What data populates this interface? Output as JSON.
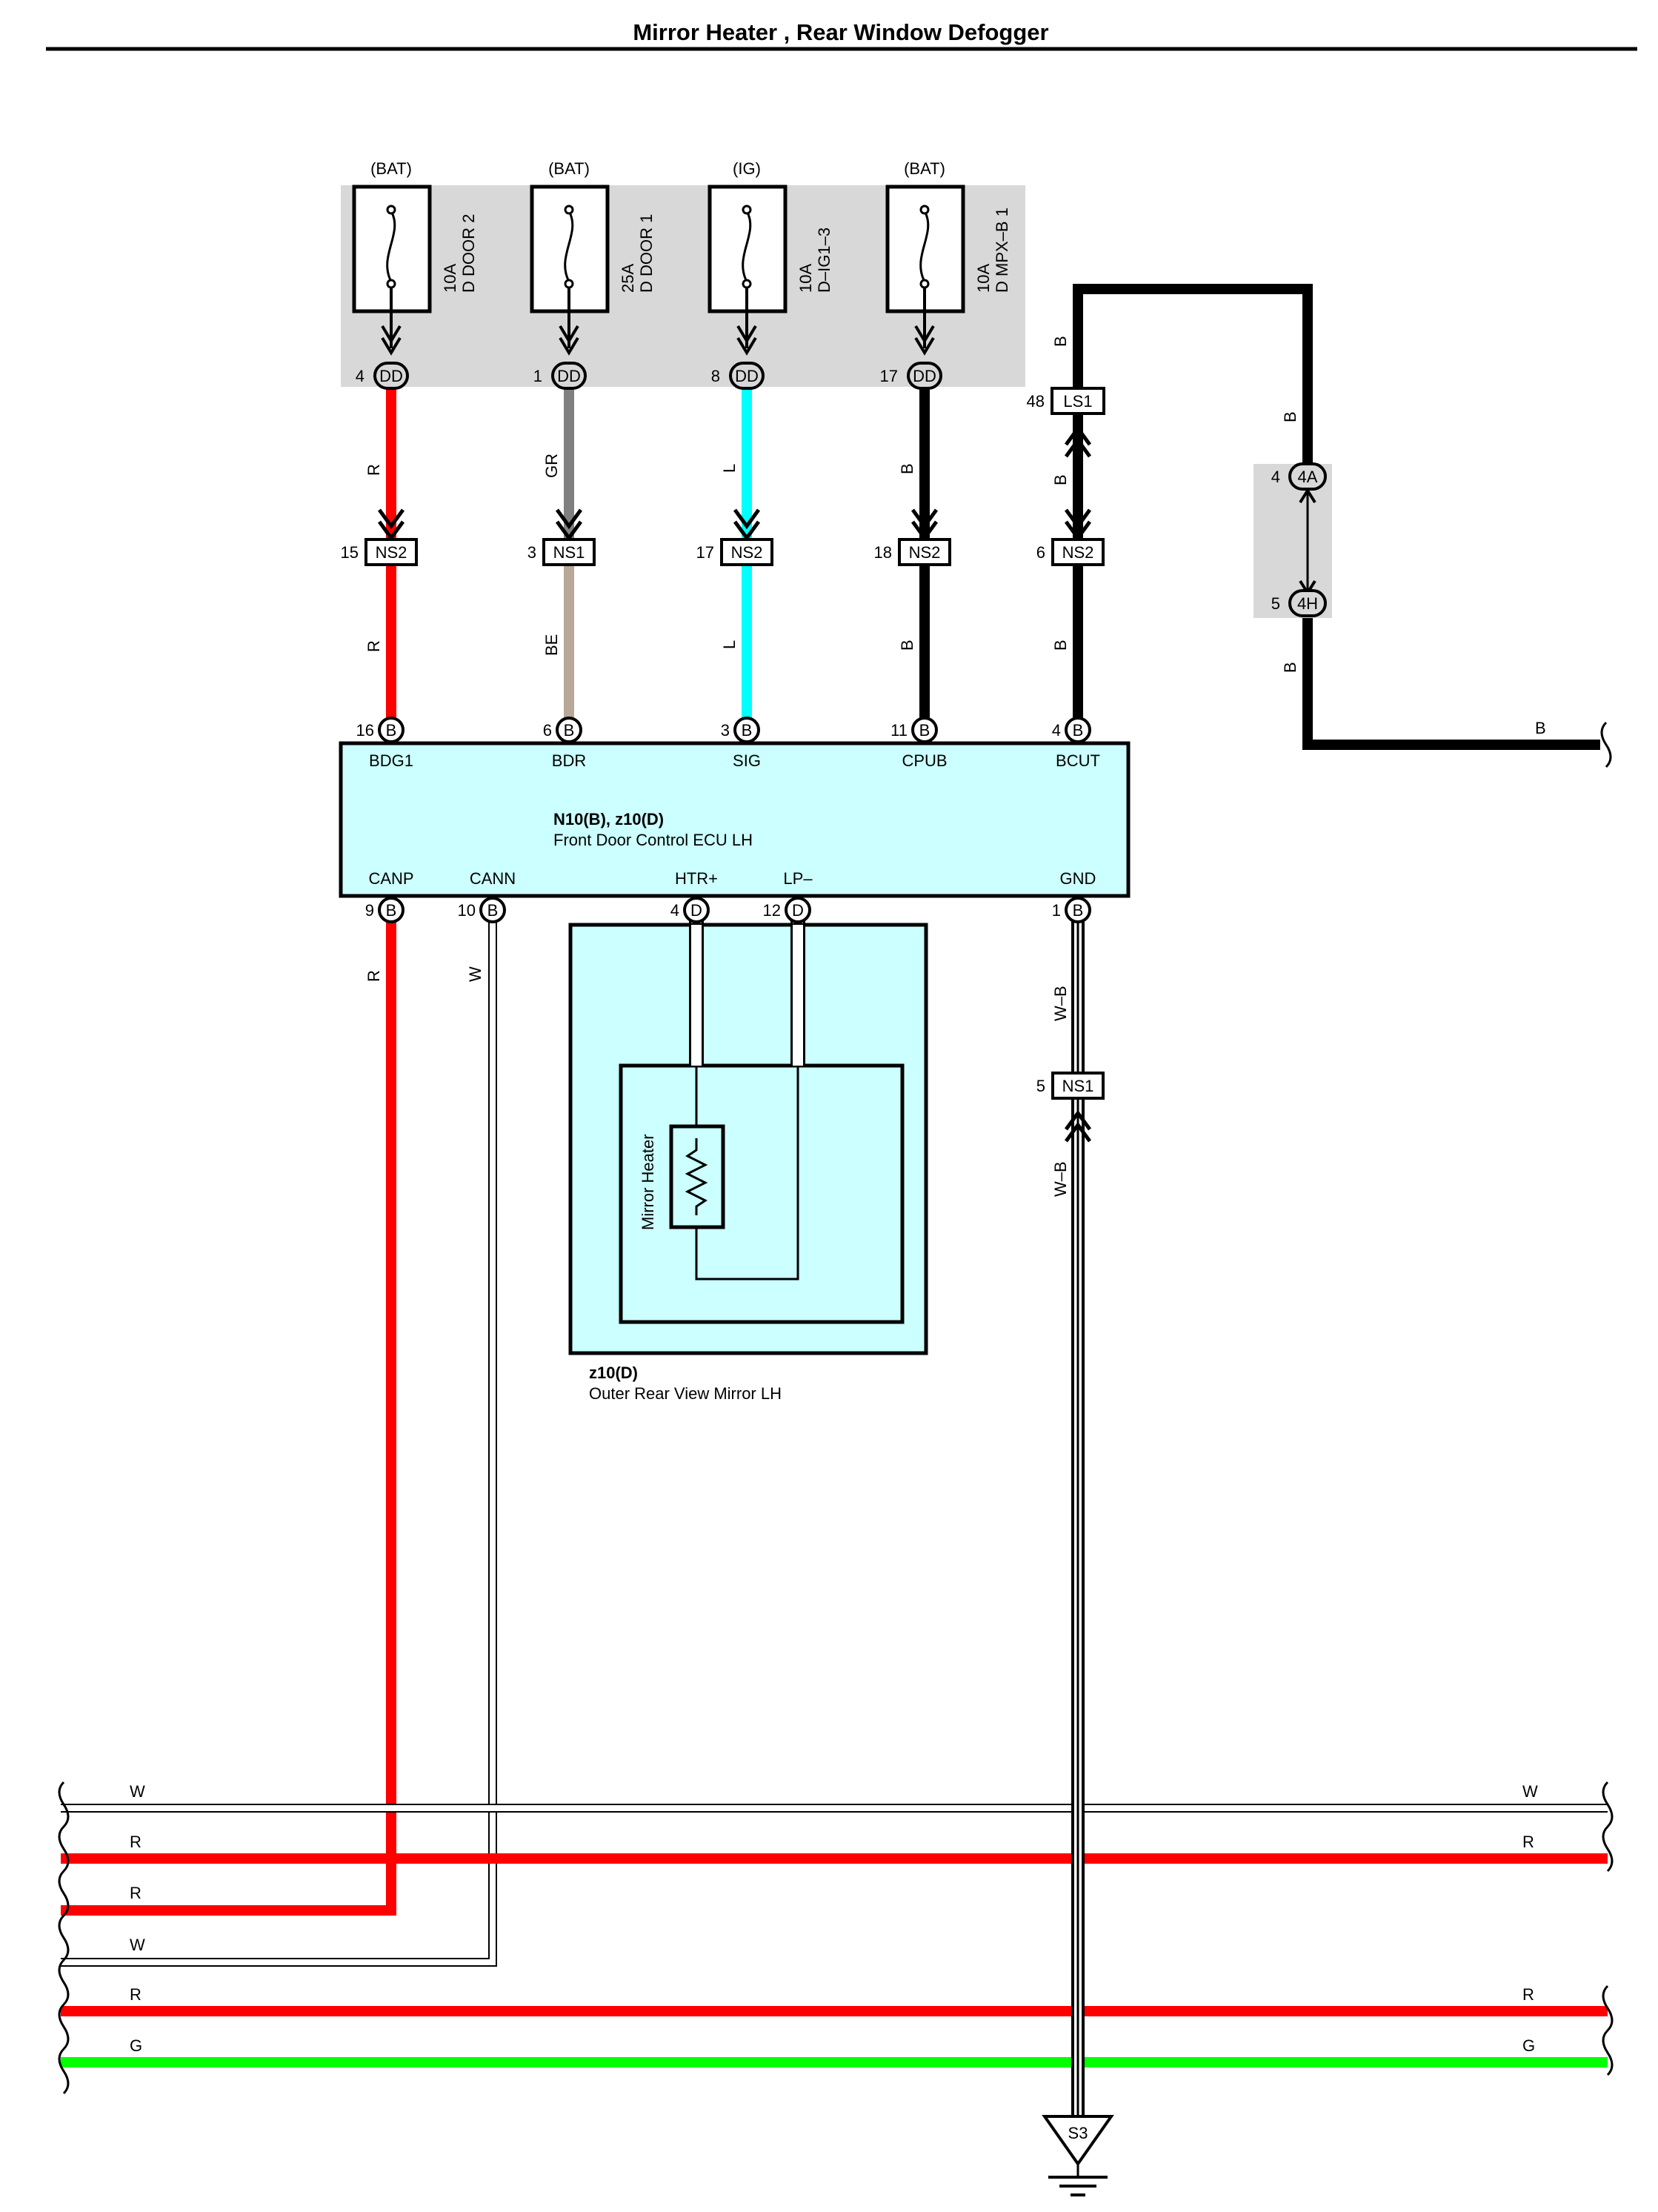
{
  "page": {
    "title": "Mirror Heater , Rear Window Defogger"
  },
  "fuses": [
    {
      "source": "(BAT)",
      "rating": "10A",
      "name": "D DOOR 2"
    },
    {
      "source": "(BAT)",
      "rating": "25A",
      "name": "D DOOR 1"
    },
    {
      "source": "(IG)",
      "rating": "10A",
      "name": "D–IG1–3"
    },
    {
      "source": "(BAT)",
      "rating": "10A",
      "name": "D MPX–B 1"
    }
  ],
  "dd_connectors": [
    {
      "pin": "4",
      "code": "DD"
    },
    {
      "pin": "1",
      "code": "DD"
    },
    {
      "pin": "8",
      "code": "DD"
    },
    {
      "pin": "17",
      "code": "DD"
    }
  ],
  "wire_colors": {
    "upper": [
      "R",
      "GR",
      "L",
      "B",
      "B"
    ],
    "lower": [
      "R",
      "BE",
      "L",
      "B",
      "B"
    ],
    "ls1_top": "B",
    "right_loop": [
      "B",
      "B",
      "B"
    ],
    "canp": "R",
    "cann": "W",
    "htr": "W",
    "lp": "W",
    "gnd_upper": "W–B",
    "gnd_lower": "W–B"
  },
  "ns_connectors": [
    {
      "pin": "15",
      "code": "NS2"
    },
    {
      "pin": "3",
      "code": "NS1"
    },
    {
      "pin": "17",
      "code": "NS2"
    },
    {
      "pin": "18",
      "code": "NS2"
    },
    {
      "pin": "6",
      "code": "NS2"
    }
  ],
  "ls1": {
    "pin": "48",
    "code": "LS1"
  },
  "joint": {
    "top": {
      "pin": "4",
      "code": "4A"
    },
    "bottom": {
      "pin": "5",
      "code": "4H"
    }
  },
  "ecu": {
    "ref": "N10(B), z10(D)",
    "name": "Front Door Control ECU LH",
    "top_pins": [
      {
        "num": "16",
        "conn": "B",
        "label": "BDG1"
      },
      {
        "num": "6",
        "conn": "B",
        "label": "BDR"
      },
      {
        "num": "3",
        "conn": "B",
        "label": "SIG"
      },
      {
        "num": "11",
        "conn": "B",
        "label": "CPUB"
      },
      {
        "num": "4",
        "conn": "B",
        "label": "BCUT"
      }
    ],
    "bottom_pins": [
      {
        "num": "9",
        "conn": "B",
        "label": "CANP"
      },
      {
        "num": "10",
        "conn": "B",
        "label": "CANN"
      },
      {
        "num": "4",
        "conn": "D",
        "label": "HTR+"
      },
      {
        "num": "12",
        "conn": "D",
        "label": "LP–"
      },
      {
        "num": "1",
        "conn": "B",
        "label": "GND"
      }
    ]
  },
  "mirror": {
    "ref": "z10(D)",
    "name": "Outer Rear View Mirror LH",
    "heater_label": "Mirror Heater"
  },
  "ground_ns1": {
    "pin": "5",
    "code": "NS1"
  },
  "ground": {
    "code": "S3"
  },
  "bus_lines": [
    {
      "left": "W",
      "right": "W",
      "color": "#ffffff"
    },
    {
      "left": "R",
      "right": "R",
      "color": "#ff0000"
    },
    {
      "left": "R",
      "right": "",
      "color": "#ff0000"
    },
    {
      "left": "W",
      "right": "",
      "color": "#ffffff"
    },
    {
      "left": "R",
      "right": "R",
      "color": "#ff0000"
    },
    {
      "left": "G",
      "right": "G",
      "color": "#00ff00"
    }
  ],
  "colors": {
    "red": "#ff0000",
    "gray": "#808080",
    "beige": "#b8a898",
    "cyan": "#00ffff",
    "black": "#000000",
    "green": "#00ff00",
    "panel": "#d8d8d8",
    "ecu_fill": "#ccffff"
  }
}
